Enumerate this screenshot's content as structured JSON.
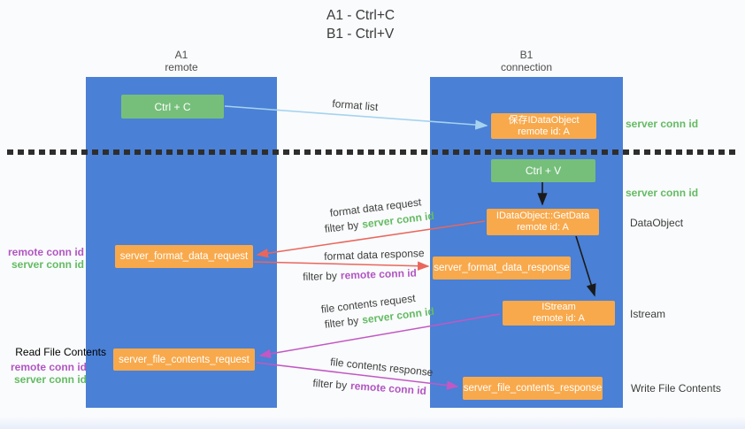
{
  "title": {
    "line1": "A1 - Ctrl+C",
    "line2": "B1 - Ctrl+V"
  },
  "lanes": {
    "left": {
      "name": "A1",
      "subtitle": "remote"
    },
    "right": {
      "name": "B1",
      "subtitle": "connection"
    }
  },
  "nodes": {
    "ctrl_c": {
      "label": "Ctrl + C"
    },
    "ctrl_v": {
      "label": "Ctrl + V"
    },
    "save_idataobject": {
      "line1": "保存IDataObject",
      "line2": "remote id: A"
    },
    "idataobject_getdata": {
      "line1": "IDataObject::GetData",
      "line2": "remote id: A"
    },
    "istream": {
      "line1": "IStream",
      "line2": "remote id: A"
    },
    "server_format_data_request": {
      "label": "server_format_data_request"
    },
    "server_format_data_response": {
      "label": "server_format_data_response"
    },
    "server_file_contents_request": {
      "label": "server_file_contents_request"
    },
    "server_file_contents_response": {
      "label": "server_file_contents_response"
    }
  },
  "annotations": {
    "server_conn_id_top": "server conn id",
    "server_conn_id_mid": "server conn id",
    "dataobject": "DataObject",
    "istream": "Istream",
    "write_file_contents": "Write File Contents",
    "read_file_contents": "Read File Contents",
    "format_group": {
      "remote": "remote conn id",
      "server": "server conn id"
    },
    "file_group": {
      "remote": "remote conn id",
      "server": "server conn id"
    }
  },
  "flows": {
    "format_list": {
      "label": "format list"
    },
    "format_data_request": {
      "label": "format data request",
      "filter_prefix": "filter by",
      "filter_key": "server conn id"
    },
    "format_data_response": {
      "label": "format data response",
      "filter_prefix": "filter by",
      "filter_key": "remote conn id"
    },
    "file_contents_request": {
      "label": "file contents request",
      "filter_prefix": "filter by",
      "filter_key": "server conn id"
    },
    "file_contents_response": {
      "label": "file contents response",
      "filter_prefix": "filter by",
      "filter_key": "remote conn id"
    }
  },
  "colors": {
    "lane_blue": "#4a80d5",
    "node_green": "#76bf7b",
    "node_orange": "#f8a94c",
    "arrow_light_blue": "#a5d3f0",
    "arrow_red": "#ea665c",
    "arrow_magenta": "#c158c4",
    "arrow_black": "#1a1a1a",
    "text_green": "#64bb64",
    "text_purple": "#b156c2",
    "text_dark": "#3c3c3c"
  }
}
